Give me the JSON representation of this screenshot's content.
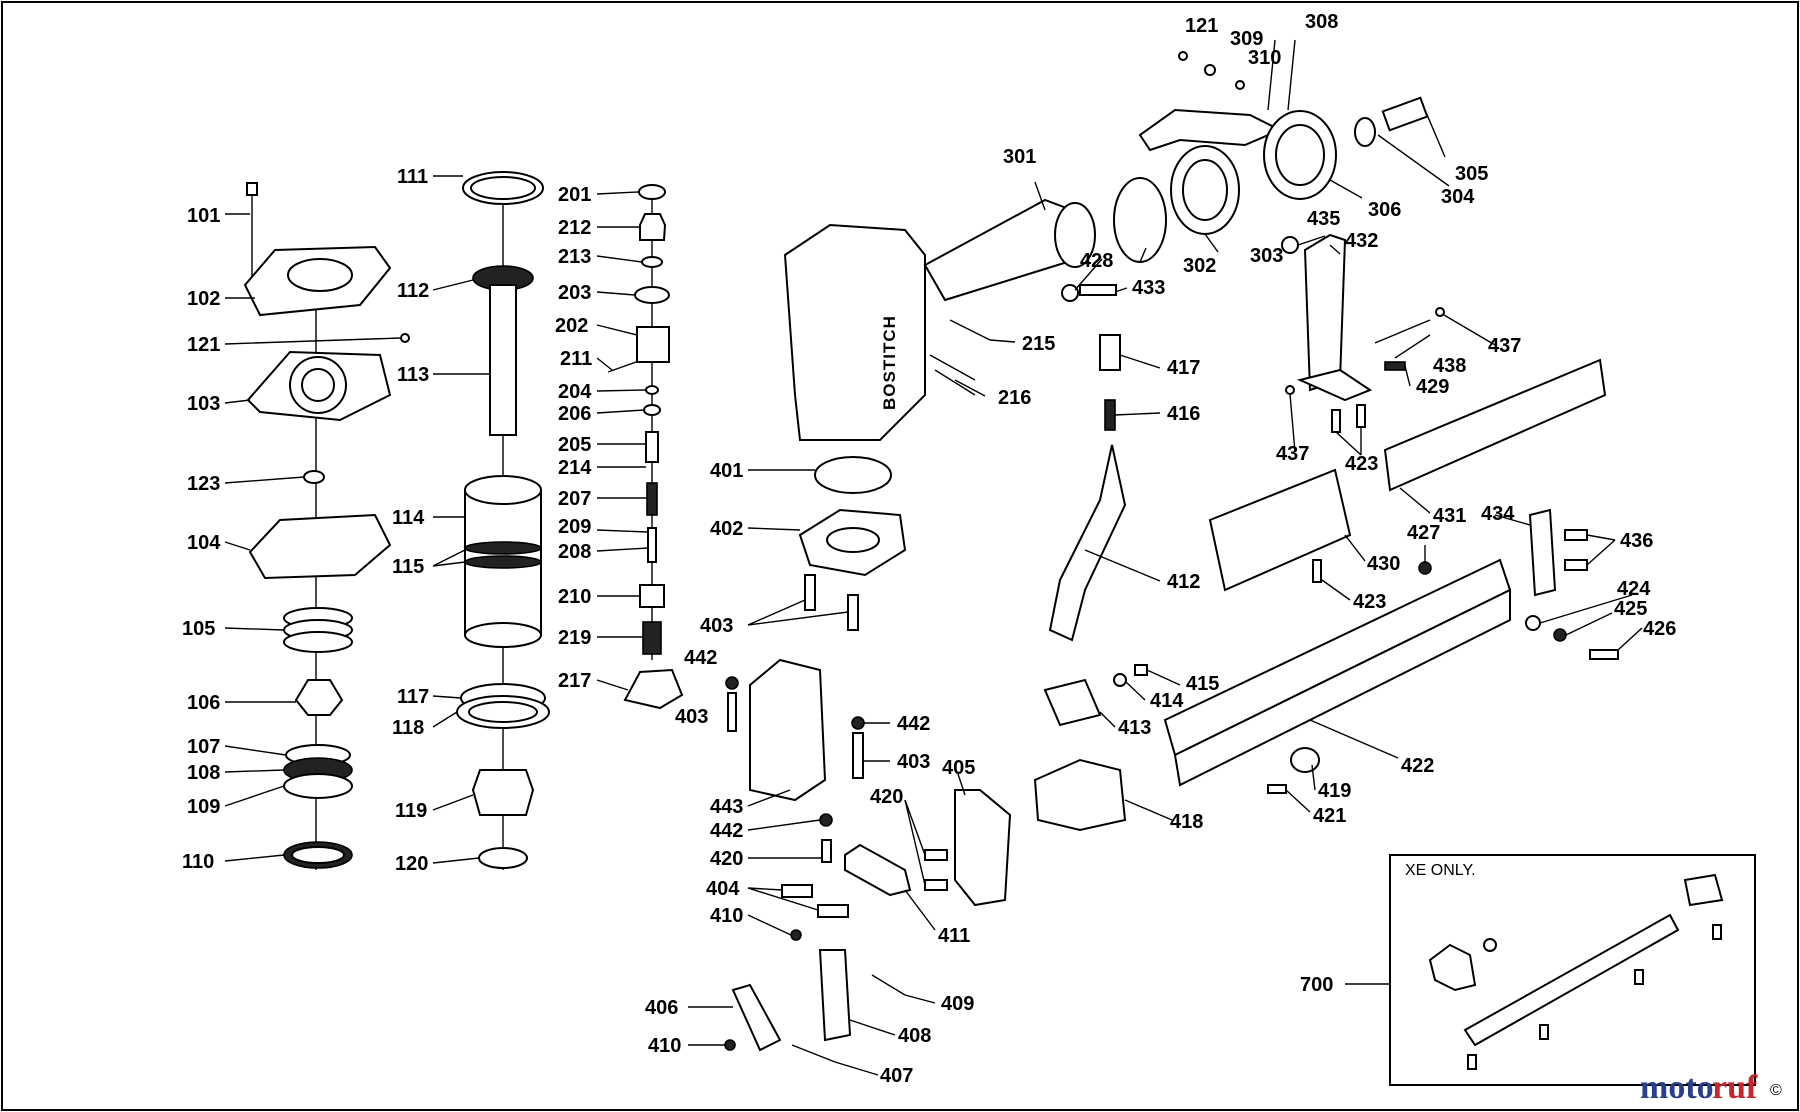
{
  "diagram": {
    "brand_text": "BOSTITCH",
    "inset_note": "XE ONLY.",
    "callouts": [
      "101",
      "102",
      "121",
      "103",
      "123",
      "104",
      "105",
      "106",
      "107",
      "108",
      "109",
      "110",
      "111",
      "112",
      "113",
      "114",
      "115",
      "117",
      "118",
      "119",
      "120",
      "201",
      "212",
      "213",
      "203",
      "202",
      "211",
      "204",
      "206",
      "205",
      "214",
      "207",
      "209",
      "208",
      "210",
      "219",
      "217",
      "301",
      "121",
      "309",
      "310",
      "308",
      "305",
      "304",
      "306",
      "302",
      "303",
      "215",
      "216",
      "428",
      "433",
      "417",
      "416",
      "412",
      "401",
      "402",
      "403",
      "442",
      "403",
      "442",
      "403",
      "443",
      "442",
      "420",
      "404",
      "410",
      "406",
      "410",
      "407",
      "408",
      "409",
      "411",
      "405",
      "420",
      "415",
      "414",
      "413",
      "418",
      "419",
      "421",
      "422",
      "427",
      "430",
      "423",
      "435",
      "432",
      "437",
      "438",
      "429",
      "437",
      "423",
      "431",
      "434",
      "436",
      "424",
      "425",
      "426",
      "700"
    ],
    "watermark": {
      "prefix": "moto",
      "suffix": "ruf",
      "copyright": "©"
    },
    "colors": {
      "line": "#000000",
      "background": "#ffffff",
      "wm_blue": "#2b3f8f",
      "wm_red": "#c9252c",
      "wm_green": "#0f8a3b"
    }
  }
}
